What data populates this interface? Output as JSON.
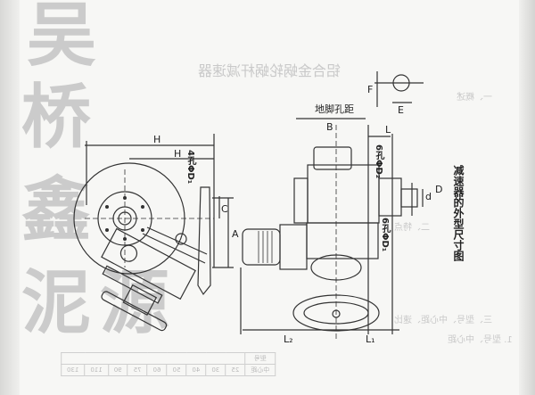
{
  "watermark": [
    "吴",
    "桥",
    "鑫",
    "泥",
    "源"
  ],
  "drawing": {
    "caption": "减速器的外型尺寸图",
    "labels": {
      "H1": "H",
      "H2": "H",
      "holes4": "4孔ΦD₁",
      "holes6a": "6孔ΦD₂",
      "holes6b": "6孔ΦD₁",
      "foot_spacing": "地脚孔距",
      "B": "B",
      "L": "L",
      "F": "F",
      "E": "E",
      "C": "C",
      "A": "A",
      "D": "D",
      "d": "d",
      "L1": "L₁",
      "L2": "L₂"
    }
  },
  "bleed_through": {
    "title": "铝合金蜗轮蜗杆减速器",
    "lines": [
      "一、概述",
      "二、特点",
      "三、型号、中心距、速比",
      "1. 型号、中心距"
    ],
    "table": {
      "row1_header": "型号",
      "row2_header": "中心距",
      "center_distances": [
        "25",
        "30",
        "40",
        "50",
        "60",
        "75",
        "90",
        "110",
        "130"
      ]
    }
  }
}
